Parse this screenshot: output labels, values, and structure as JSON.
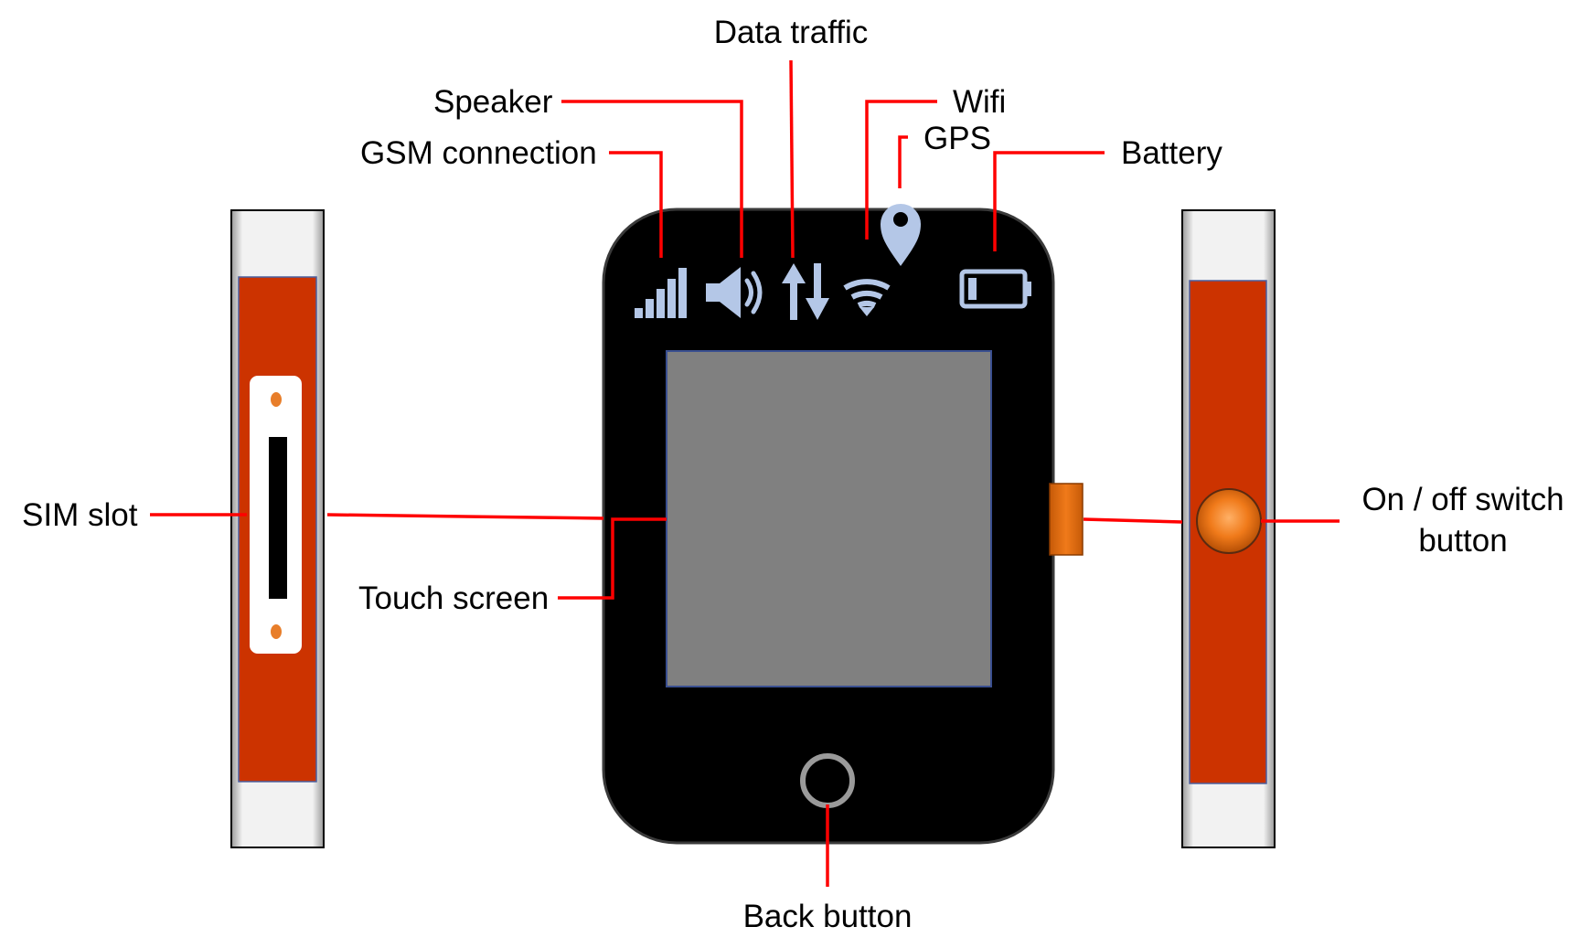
{
  "labels": {
    "data_traffic": "Data traffic",
    "speaker": "Speaker",
    "wifi": "Wifi",
    "gps": "GPS",
    "gsm_connection": "GSM connection",
    "battery": "Battery",
    "sim_slot": "SIM slot",
    "touch_screen": "Touch screen",
    "power_line1": "On / off switch",
    "power_line2": "button",
    "back_button": "Back button"
  },
  "colors": {
    "device_body": "#000000",
    "screen": "#808080",
    "status_icons": "#b4c7e7",
    "side_panel": "#cc3300",
    "power_button": "#f07a1a",
    "leader_lines": "#ff0000"
  },
  "icons": {
    "signal": "signal-bars-icon",
    "speaker": "speaker-icon",
    "data": "up-down-arrows-icon",
    "wifi": "wifi-icon",
    "gps": "map-pin-icon",
    "battery": "battery-low-icon"
  }
}
